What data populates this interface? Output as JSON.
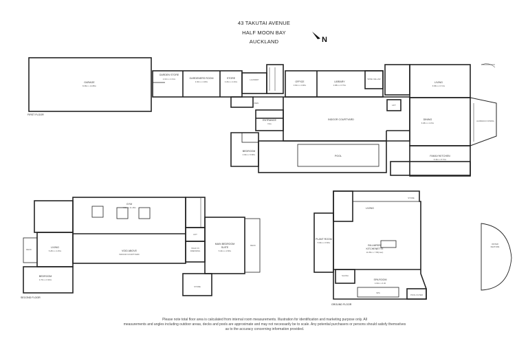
{
  "header": {
    "line1": "43 TAKUTAI AVENUE",
    "line2": "HALF MOON BAY",
    "line3": "AUCKLAND",
    "north_label": "N"
  },
  "first_floor": {
    "floor_label": "FIRST FLOOR",
    "rooms": {
      "garage": {
        "name": "GARAGE",
        "dims": "8.38m x 14.88m"
      },
      "garden_store": {
        "name": "GARDEN STORE",
        "dims": "2.10m x 2.01m"
      },
      "gardeners_room": {
        "name": "GARDENERS ROOM",
        "dims": "3.30m x 4.38m"
      },
      "store": {
        "name": "STORE",
        "dims": "3.29m x 2.46m"
      },
      "laundry": {
        "name": "LAUNDRY"
      },
      "linen": {
        "name": "LINEN"
      },
      "office": {
        "name": "OFFICE",
        "dims": "3.60m x 2.98m"
      },
      "library": {
        "name": "LIBRARY",
        "dims": "4.88m x 6.75m"
      },
      "wine_cellar": {
        "name": "WINE CELLAR"
      },
      "lift": {
        "name": "LIFT"
      },
      "living": {
        "name": "LIVING",
        "dims": "6.58m x 6.72m"
      },
      "entrance": {
        "name": "ENTRANCE",
        "dims": "FHa"
      },
      "indoor_courtyard": {
        "name": "INDOOR COURTYARD"
      },
      "dining": {
        "name": "DINING",
        "dims": "6.08m x 4.15m"
      },
      "alfresco": {
        "name": "ALFRESCO DINING"
      },
      "bedroom": {
        "name": "BEDROOM",
        "dims": "4.90m x 5.88m"
      },
      "pool": {
        "name": "POOL"
      },
      "family_kitchen": {
        "name": "FAMILY/KITCHEN",
        "dims": "8.49m x 8.70m"
      }
    }
  },
  "second_floor": {
    "floor_label": "SECOND FLOOR",
    "rooms": {
      "gym": {
        "name": "GYM",
        "dims": "4.98m x 11.48m"
      },
      "void": {
        "name": "VOID ABOVE",
        "sub": "INDOOR COURTYARD"
      },
      "deck_left": {
        "name": "DECK"
      },
      "living": {
        "name": "LIVING",
        "dims": "5.28m x 4.25m"
      },
      "bedroom": {
        "name": "BEDROOM",
        "dims": "3.76m x 6.96m"
      },
      "lift": {
        "name": "LIFT"
      },
      "walk_in": {
        "name": "WALK IN",
        "sub": "DRESSING"
      },
      "master": {
        "name": "MAIN BEDROOM",
        "sub": "SUITE",
        "dims": "5.40m x 4.58m"
      },
      "deck_right": {
        "name": "DECK"
      },
      "store": {
        "name": "STORE"
      }
    }
  },
  "ground_floor": {
    "floor_label": "GROUND FLOOR",
    "rooms": {
      "living": {
        "name": "LIVING"
      },
      "store": {
        "name": "STORE"
      },
      "plant_room": {
        "name": "PLANT ROOM",
        "dims": "5.96m x 6.58m"
      },
      "billiard": {
        "name": "BILLIARDS/",
        "sub": "KITCHENETTE",
        "dims": "11.86m x 7.86(max)"
      },
      "sauna": {
        "name": "SAUNA"
      },
      "spa_room": {
        "name": "SPA ROOM",
        "dims": "4.60m x 6.30"
      },
      "spa": {
        "name": "SPA"
      },
      "pool_filter": {
        "name": "POOL FILTER"
      },
      "water_feature": {
        "name": "WATER",
        "sub": "FEATURE"
      }
    }
  },
  "disclaimer": {
    "line1": "Please note total floor area is calculated from internal room measurements. Illustration for identification and marketing purpose only. All",
    "line2": "measurements and angles including outdoor areas, decks and pools are approximate and may not necessarily be to scale. Any potential purchasers or persons should satisfy themselves",
    "line3": "as to the accuracy concerning information provided."
  }
}
